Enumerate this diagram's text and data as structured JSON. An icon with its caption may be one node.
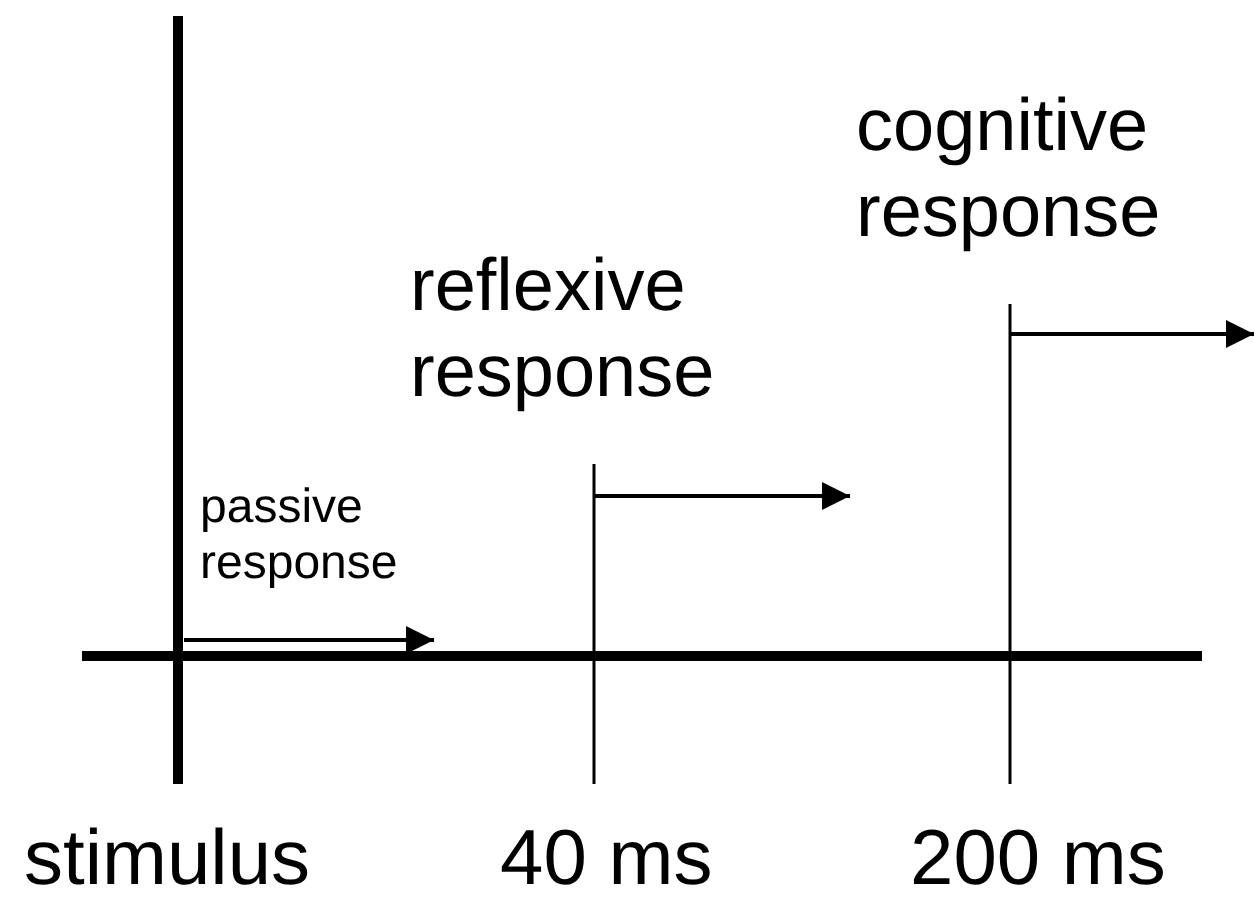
{
  "diagram": {
    "labels": [
      "cognitive response",
      "reflexive response",
      "passive response",
      "stimulus",
      "40 ms",
      "200 ms"
    ]
  }
}
